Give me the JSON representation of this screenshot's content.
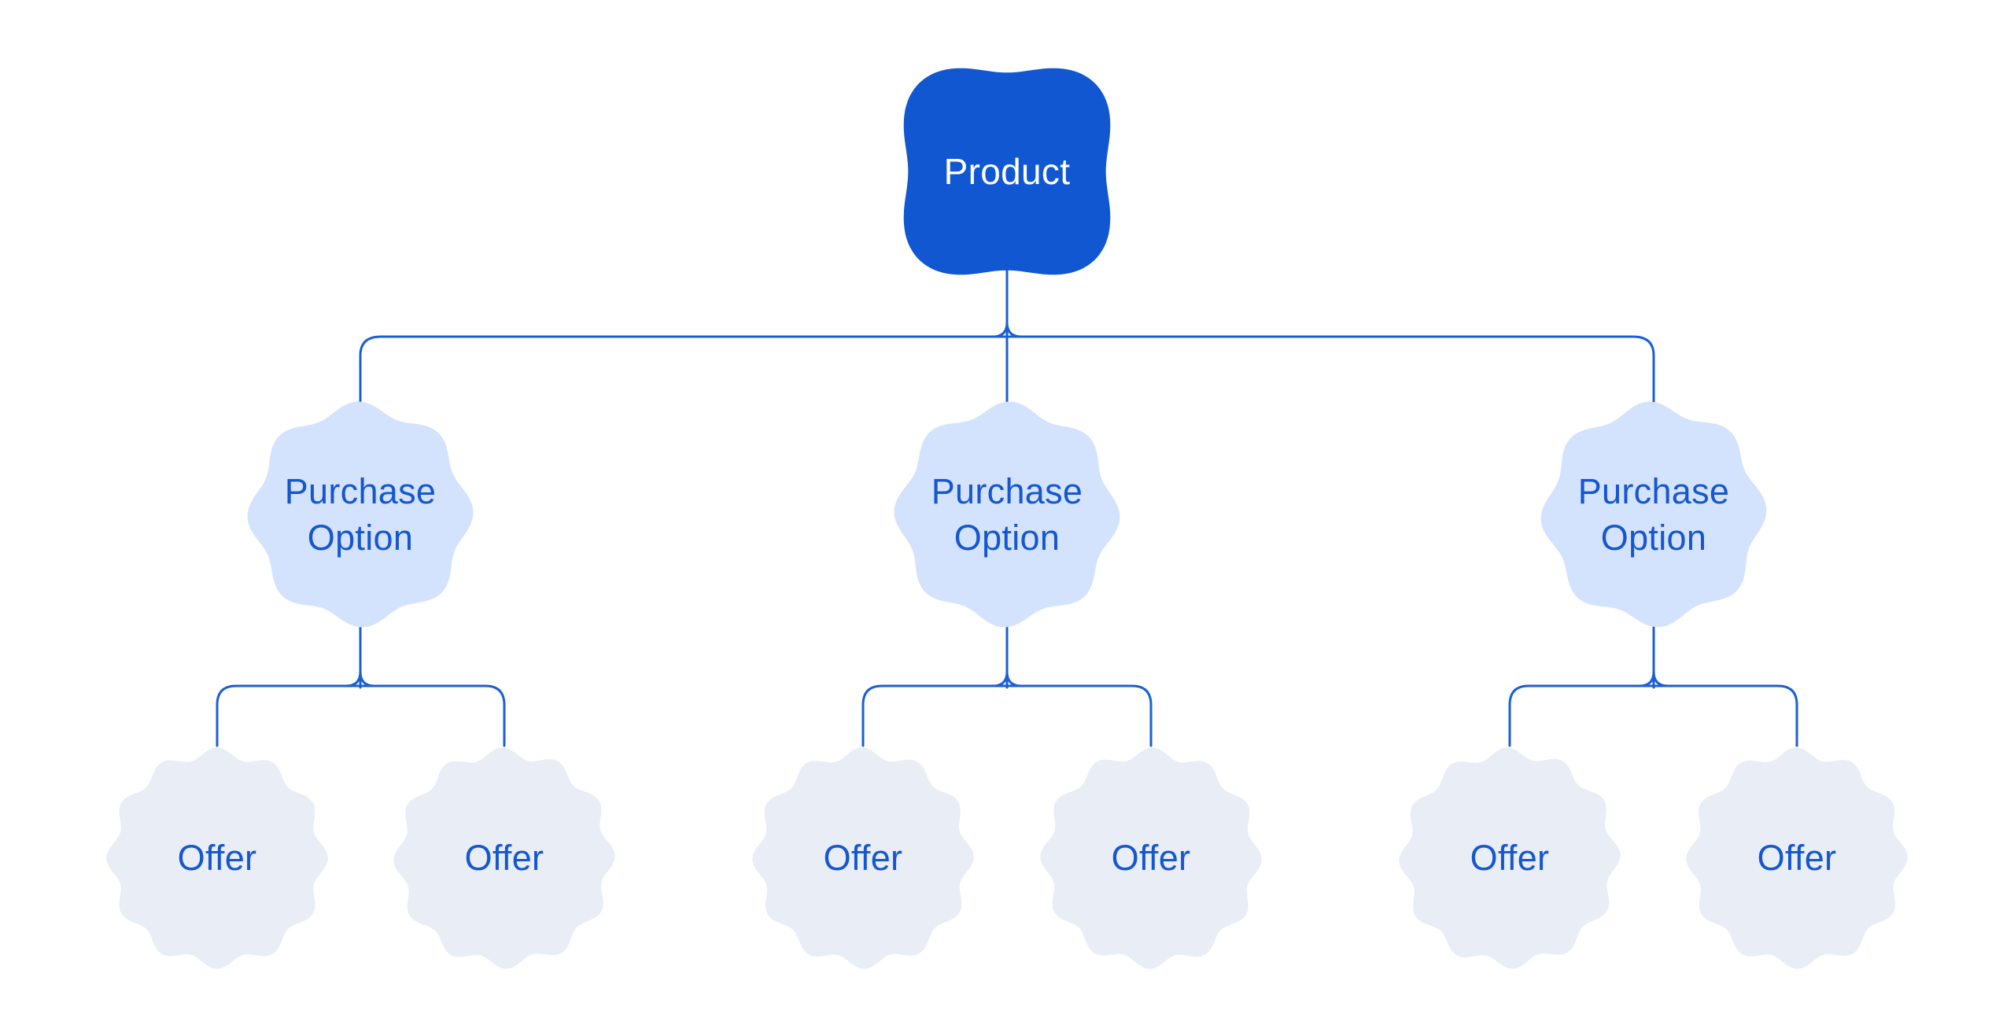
{
  "colors": {
    "background": "#ffffff",
    "product_fill": "#1157d2",
    "product_text": "#ffffff",
    "purchase_option_fill": "#d3e3fd",
    "offer_fill": "#e8edf6",
    "label_blue": "#1656cf",
    "connector_blue": "#1b5fd6"
  },
  "tree": {
    "product": {
      "label": "Product"
    },
    "purchase_options": [
      {
        "label": "Purchase Option",
        "offers": [
          {
            "label": "Offer"
          },
          {
            "label": "Offer"
          }
        ]
      },
      {
        "label": "Purchase Option",
        "offers": [
          {
            "label": "Offer"
          },
          {
            "label": "Offer"
          }
        ]
      },
      {
        "label": "Purchase Option",
        "offers": [
          {
            "label": "Offer"
          },
          {
            "label": "Offer"
          }
        ]
      }
    ]
  }
}
